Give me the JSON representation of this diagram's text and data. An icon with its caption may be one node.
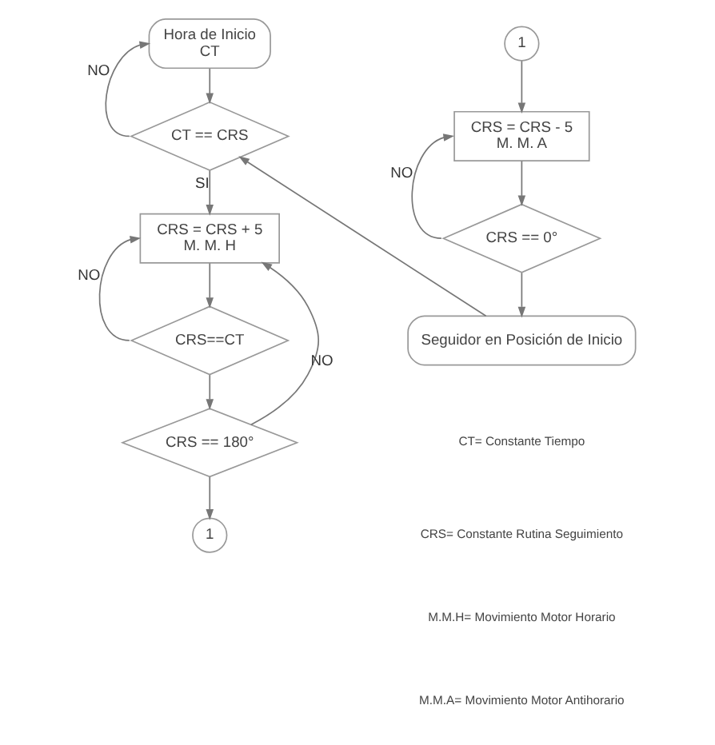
{
  "diagram": {
    "nodes": [
      {
        "text": [
          "Hora de Inicio",
          "CT"
        ]
      },
      {
        "text": [
          "CT == CRS"
        ]
      },
      {
        "text": [
          "CRS = CRS + 5",
          "M. M. H"
        ]
      },
      {
        "text": [
          "CRS==CT"
        ]
      },
      {
        "text": [
          "CRS == 180°"
        ]
      },
      {
        "text": [
          "1"
        ]
      },
      {
        "text": [
          "1"
        ]
      },
      {
        "text": [
          "CRS = CRS - 5",
          "M. M. A"
        ]
      },
      {
        "text": [
          "CRS == 0°"
        ]
      },
      {
        "text": [
          "Seguidor en Posición de Inicio"
        ]
      }
    ],
    "edges": [
      {
        "from": 0,
        "to": 1,
        "arrow": "to"
      },
      {
        "from": 1,
        "to": 0,
        "arrow": "to",
        "label": "NO"
      },
      {
        "from": 1,
        "to": 2,
        "arrow": "to",
        "label": "SI"
      },
      {
        "from": 2,
        "to": 3,
        "arrow": "to"
      },
      {
        "from": 3,
        "to": 2,
        "arrow": "to",
        "label": "NO"
      },
      {
        "from": 3,
        "to": 4,
        "arrow": "to"
      },
      {
        "from": 4,
        "to": 2,
        "arrow": "to",
        "label": "NO"
      },
      {
        "from": 4,
        "to": 5,
        "arrow": "to"
      },
      {
        "from": 6,
        "to": 7,
        "arrow": "to"
      },
      {
        "from": 7,
        "to": 8,
        "arrow": "to"
      },
      {
        "from": 8,
        "to": 7,
        "arrow": "to",
        "label": "NO"
      },
      {
        "from": 8,
        "to": 9,
        "arrow": "to"
      },
      {
        "from": 9,
        "to": 1,
        "arrow": "to"
      }
    ],
    "labels": [
      "CT= Constante Tiempo",
      "CRS= Constante Rutina Seguimiento",
      "M.M.H= Movimiento Motor Horario",
      "M.M.A= Movimiento Motor Antihorario"
    ]
  }
}
